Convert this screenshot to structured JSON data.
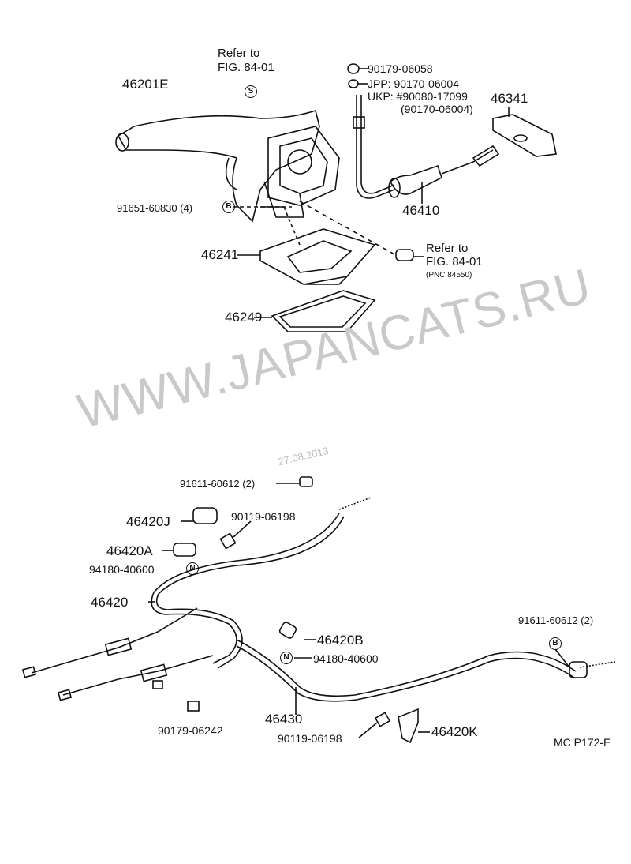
{
  "watermark": "WWW.JAPANCATS.RU",
  "date_stamp": "27.08.2013",
  "figure_code": "MC P172-E",
  "labels": {
    "refer_top_1": "Refer to",
    "refer_top_2": "FIG. 84-01",
    "p46201E": "46201E",
    "p91651": "91651-60830 (4)",
    "p46241": "46241",
    "p46249": "46249",
    "p90179_06058": "90179-06058",
    "jpp": "JPP: 90170-06004",
    "ukp": "UKP: #90080-17099",
    "ukp_alt": "(90170-06004)",
    "p46341": "46341",
    "p46410": "46410",
    "refer_right_1": "Refer to",
    "refer_right_2": "FIG. 84-01",
    "refer_right_pnc": "(PNC 84550)",
    "p91611_a": "91611-60612 (2)",
    "p46420J": "46420J",
    "p90119_a": "90119-06198",
    "p46420A": "46420A",
    "p94180_a": "94180-40600",
    "p46420": "46420",
    "p46420B": "46420B",
    "p94180_b": "94180-40600",
    "p91611_b": "91611-60612 (2)",
    "p46430": "46430",
    "p90179_06242": "90179-06242",
    "p90119_b": "90119-06198",
    "p46420K": "46420K"
  },
  "markers": {
    "S": "S",
    "B": "B",
    "N": "N"
  }
}
